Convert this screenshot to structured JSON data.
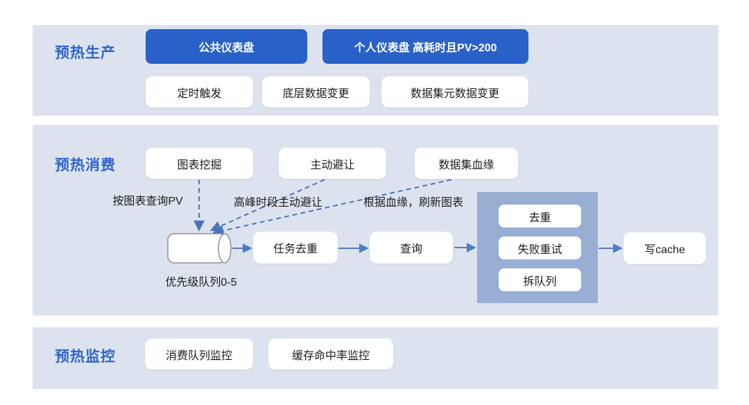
{
  "colors": {
    "section_bg": "#dde3ee",
    "primary_box_bg": "#2a61c8",
    "primary_box_text": "#ffffff",
    "section_title_text": "#2f64cb",
    "worker_group_bg": "#98aed3",
    "solid_arrow": "#4f7cc4",
    "dashed_arrow": "#4a75bc",
    "cylinder_stroke": "#8f8f8f"
  },
  "production": {
    "title": "预热生产",
    "dashboards": [
      "公共仪表盘",
      "个人仪表盘 高耗时且PV>200"
    ],
    "triggers": [
      "定时触发",
      "底层数据变更",
      "数据集元数据变更"
    ]
  },
  "consumption": {
    "title": "预热消费",
    "sources": [
      "图表挖掘",
      "主动避让",
      "数据集血缘"
    ],
    "edge_labels": [
      "按图表查询PV",
      "高峰时段主动避让",
      "根据血缘，刷新图表"
    ],
    "queue_label": "优先级队列0-5",
    "steps": [
      "任务去重",
      "查询"
    ],
    "worker_group": [
      "去重",
      "失败重试",
      "拆队列"
    ],
    "sink": "写cache"
  },
  "monitoring": {
    "title": "预热监控",
    "monitors": [
      "消费队列监控",
      "缓存命中率监控"
    ]
  }
}
